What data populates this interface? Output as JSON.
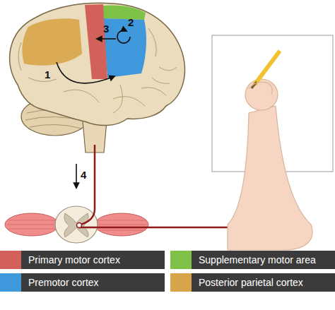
{
  "diagram": {
    "labels": [
      "1",
      "2",
      "3",
      "4"
    ],
    "legend": [
      {
        "text": "Primary motor cortex",
        "color": "#d2605b"
      },
      {
        "text": "Supplementary motor area",
        "color": "#7dc146"
      },
      {
        "text": "Premotor cortex",
        "color": "#3f98dc"
      },
      {
        "text": "Posterior parietal cortex",
        "color": "#d8a449"
      }
    ]
  }
}
